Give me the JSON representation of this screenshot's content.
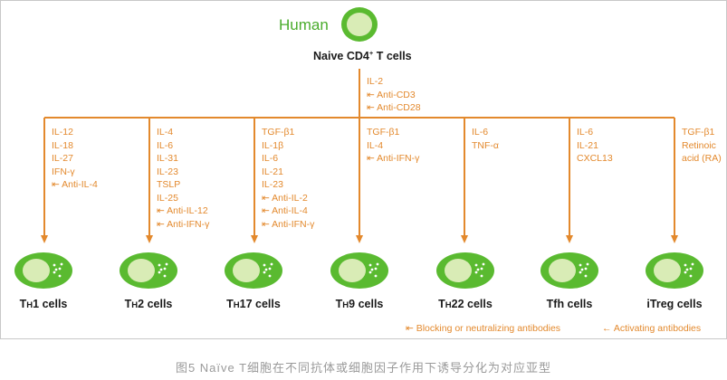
{
  "header": {
    "species": "Human",
    "root_cell": "Naive CD4",
    "root_cell_sup": "+",
    "root_cell_suffix": " T cells"
  },
  "root_factors": [
    "IL-2",
    "⇤ Anti-CD3",
    "⇤ Anti-CD28"
  ],
  "branches": [
    {
      "factors": [
        "IL-12",
        "IL-18",
        "IL-27",
        "IFN-γ",
        "⇤ Anti-IL-4"
      ],
      "cell_prefix": "T",
      "cell_sub": "H",
      "cell_rest": "1 cells"
    },
    {
      "factors": [
        "IL-4",
        "IL-6",
        "IL-31",
        "IL-23",
        "TSLP",
        "IL-25",
        "⇤ Anti-IL-12",
        "⇤ Anti-IFN-γ"
      ],
      "cell_prefix": "T",
      "cell_sub": "H",
      "cell_rest": "2 cells"
    },
    {
      "factors": [
        "TGF-β1",
        "IL-1β",
        "IL-6",
        "IL-21",
        "IL-23",
        "⇤ Anti-IL-2",
        "⇤ Anti-IL-4",
        "⇤ Anti-IFN-γ"
      ],
      "cell_prefix": "T",
      "cell_sub": "H",
      "cell_rest": "17 cells"
    },
    {
      "factors": [
        "TGF-β1",
        "IL-4",
        "⇤ Anti-IFN-γ"
      ],
      "cell_prefix": "T",
      "cell_sub": "H",
      "cell_rest": "9 cells"
    },
    {
      "factors": [
        "IL-6",
        "TNF-α"
      ],
      "cell_prefix": "T",
      "cell_sub": "H",
      "cell_rest": "22 cells"
    },
    {
      "factors": [
        "IL-6",
        "IL-21",
        "CXCL13"
      ],
      "cell_prefix": "",
      "cell_sub": "",
      "cell_rest": "Tfh cells"
    },
    {
      "factors": [
        "TGF-β1",
        "Retinoic",
        "acid (RA)"
      ],
      "cell_prefix": "",
      "cell_sub": "",
      "cell_rest": "iTreg cells"
    }
  ],
  "legend": {
    "blocking": "⇤  Blocking or neutralizing antibodies",
    "activating": "←  Activating antibodies"
  },
  "caption": "图5  Naïve T细胞在不同抗体或细胞因子作用下诱导分化为对应亚型",
  "colors": {
    "arrow": "#e3892d",
    "cell_fill": "#5aba30",
    "cell_nucleus": "#d9ecb6",
    "species_text": "#4aac2c"
  }
}
